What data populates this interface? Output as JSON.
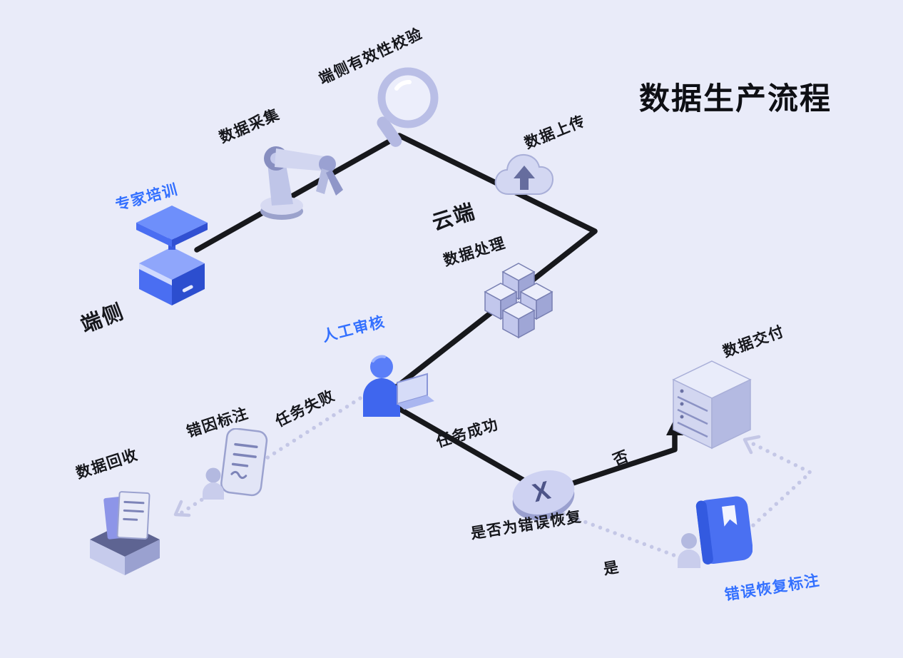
{
  "title": "数据生产流程",
  "labels": {
    "expert_training": "专家培训",
    "device_side": "端侧",
    "data_collection": "数据采集",
    "device_validation": "端侧有效性校验",
    "data_upload": "数据上传",
    "cloud": "云端",
    "data_processing": "数据处理",
    "manual_review": "人工审核",
    "task_failed": "任务失败",
    "task_success": "任务成功",
    "error_cause_annotation": "错因标注",
    "data_recycle": "数据回收",
    "decision_question": "是否为错误恢复",
    "decision_symbol": "X",
    "branch_no": "否",
    "branch_yes": "是",
    "data_delivery": "数据交付",
    "error_recovery_annotation": "错误恢复标注"
  },
  "icons": {
    "expert_training": "podium-graduation-icon",
    "data_collection": "robot-arm-icon",
    "device_validation": "magnifier-icon",
    "data_upload": "cloud-upload-icon",
    "data_processing": "cubes-icon",
    "manual_review": "person-laptop-icon",
    "decision": "decision-ellipse-icon",
    "data_delivery": "server-icon",
    "error_cause_annotation": "person-document-icon",
    "data_recycle": "recycle-box-icon",
    "error_recovery_annotation": "person-book-icon"
  },
  "colors": {
    "background": "#e9ebf9",
    "accent_blue": "#3370ff",
    "text_dark": "#16171c",
    "flow_line": "#17181c",
    "dotted_line": "#c4c7e6"
  }
}
